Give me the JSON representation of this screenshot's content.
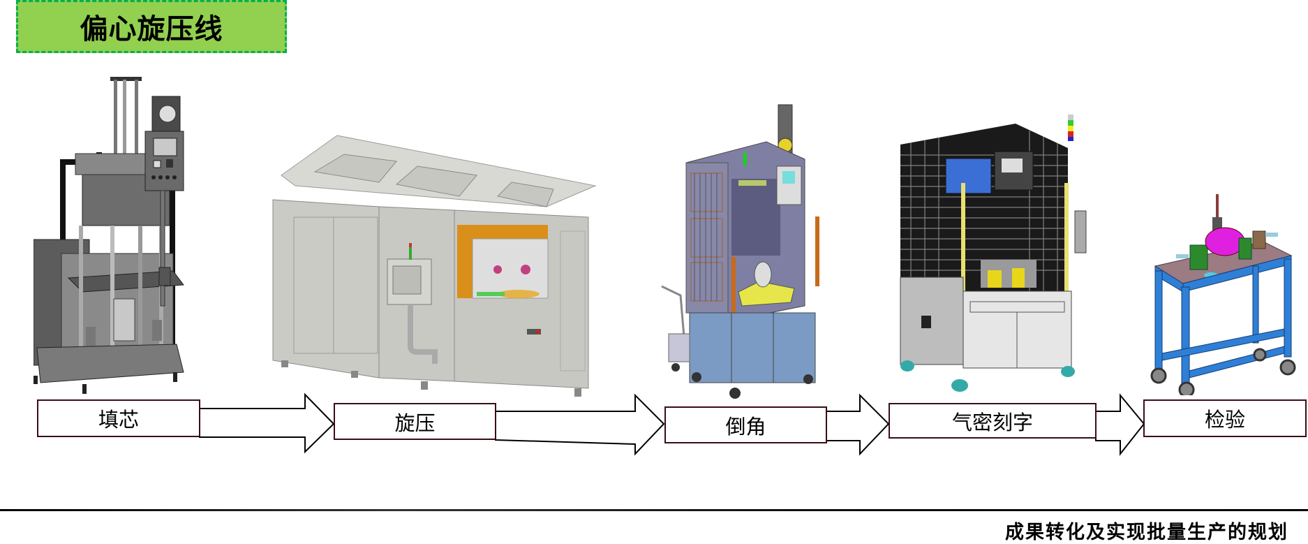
{
  "title": "偏心旋压线",
  "steps": [
    {
      "label": "填芯",
      "machine": "core-filling-press-machine-icon"
    },
    {
      "label": "旋压",
      "machine": "spinning-press-enclosure-machine-icon"
    },
    {
      "label": "倒角",
      "machine": "chamfering-station-machine-icon"
    },
    {
      "label": "气密刻字",
      "machine": "airtight-engraving-station-machine-icon"
    },
    {
      "label": "检验",
      "machine": "inspection-cart-machine-icon"
    }
  ],
  "footer": {
    "text": "成果转化及实现批量生产的规划"
  },
  "colors": {
    "title_fill": "#92d050",
    "title_border": "#00b050",
    "step_border": "#3b0d14",
    "arrow_stroke": "#000000"
  }
}
